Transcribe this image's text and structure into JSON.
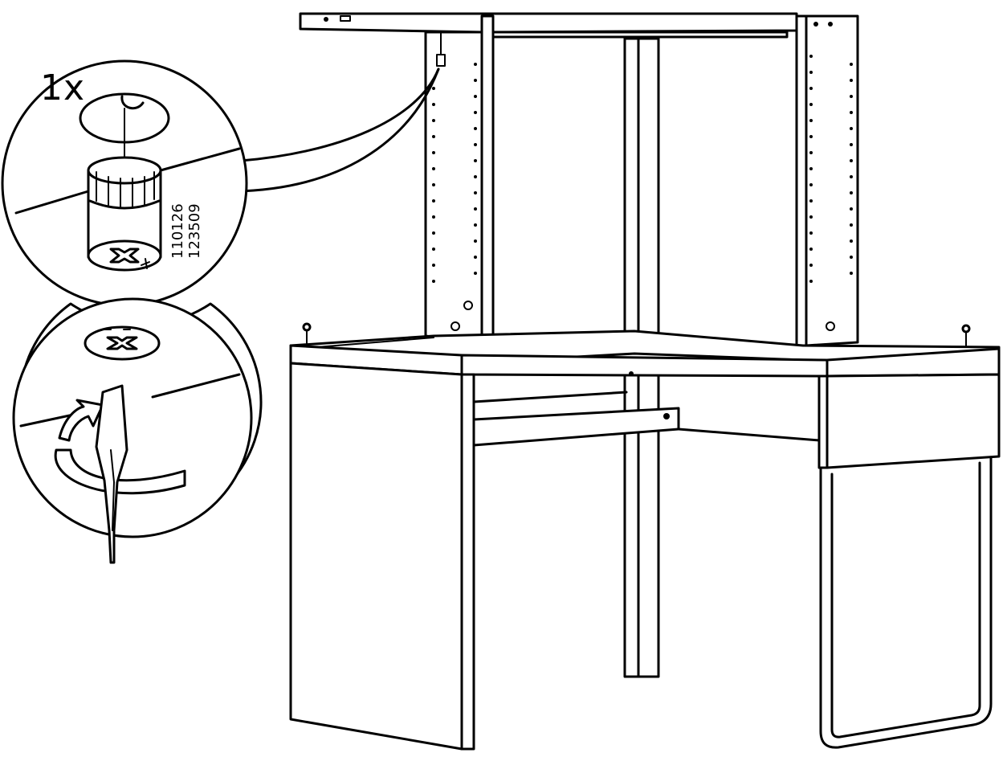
{
  "instruction": {
    "quantity_label": "1x",
    "part_numbers": [
      "110126",
      "123509"
    ]
  },
  "icons": {
    "cam_lock": "cam-lock-fitting-icon",
    "screwdriver": "screwdriver-icon",
    "rotate_arrow": "clockwise-arrow-icon"
  }
}
